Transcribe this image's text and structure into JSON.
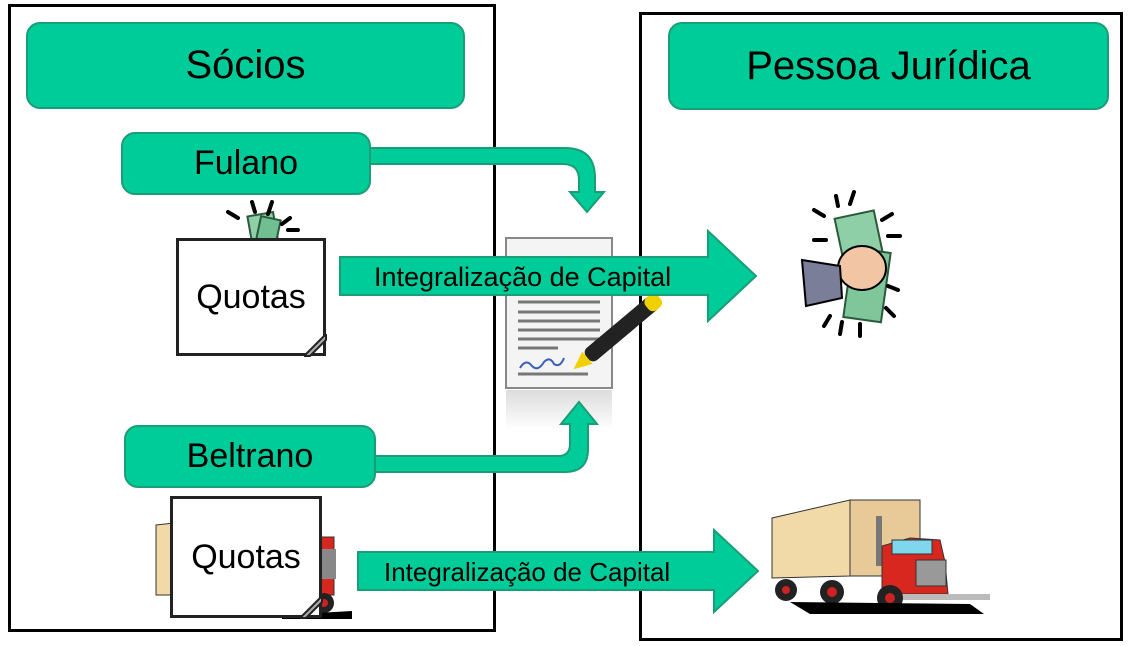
{
  "left_panel": {
    "title": "Sócios",
    "partners": [
      {
        "name": "Fulano",
        "asset_label": "Quotas",
        "asset_icon": "money-icon"
      },
      {
        "name": "Beltrano",
        "asset_label": "Quotas",
        "asset_icon": "truck-icon"
      }
    ]
  },
  "right_panel": {
    "title": "Pessoa Jurídica",
    "assets": [
      {
        "icon": "money-fist-icon"
      },
      {
        "icon": "truck-icon"
      }
    ]
  },
  "flows": [
    {
      "label": "Integralização de Capital",
      "from": "Fulano",
      "to": "Pessoa Jurídica",
      "asset": "money"
    },
    {
      "label": "Integralização de Capital",
      "from": "Beltrano",
      "to": "Pessoa Jurídica",
      "asset": "truck"
    }
  ],
  "center": {
    "icon": "signed-contract-icon"
  },
  "colors": {
    "accent": "#00CC99",
    "accent_border": "#1a9e77",
    "frame": "#000000"
  }
}
